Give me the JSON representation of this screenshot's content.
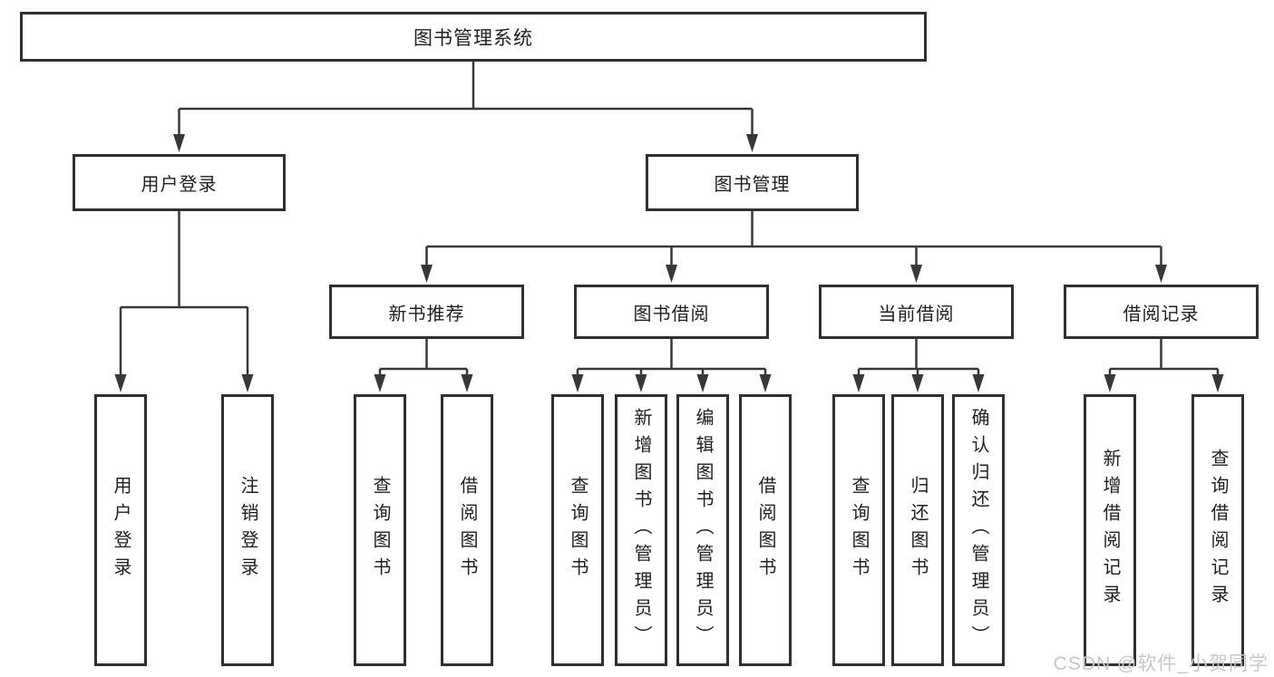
{
  "root": {
    "label": "图书管理系统"
  },
  "user_login": {
    "label": "用户登录",
    "children": [
      "用户登录",
      "注销登录"
    ]
  },
  "book_mgmt": {
    "label": "图书管理"
  },
  "new_books": {
    "label": "新书推荐",
    "children": [
      "查询图书",
      "借阅图书"
    ]
  },
  "book_borrow": {
    "label": "图书借阅",
    "children": [
      "查询图书",
      "新增图书（管理员）",
      "编辑图书（管理员）",
      "借阅图书"
    ]
  },
  "current_borrow": {
    "label": "当前借阅",
    "children": [
      "查询图书",
      "归还图书",
      "确认归还（管理员）"
    ]
  },
  "borrow_records": {
    "label": "借阅记录",
    "children": [
      "新增借阅记录",
      "查询借阅记录"
    ]
  },
  "watermark": {
    "text": "CSDN @软件_小贺同学"
  },
  "colors": {
    "background": "#ffffff",
    "border": "#303030",
    "line": "#383838",
    "text": "#1f1f1f",
    "watermark": "#c8c8c8"
  }
}
